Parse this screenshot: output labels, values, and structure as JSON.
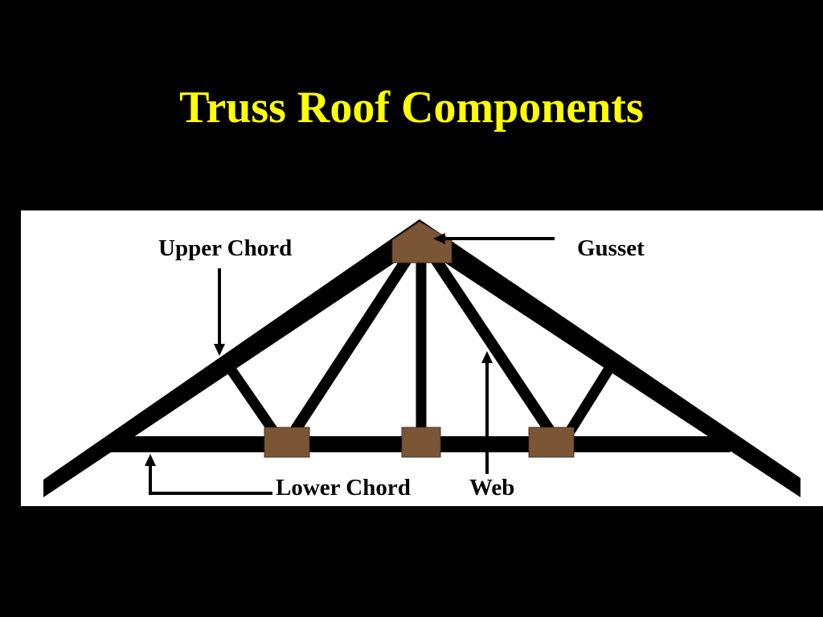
{
  "slide": {
    "title": "Truss Roof Components"
  },
  "labels": {
    "upper_chord": "Upper Chord",
    "gusset": "Gusset",
    "lower_chord": "Lower Chord",
    "web": "Web"
  },
  "colors": {
    "background": "#000000",
    "title": "#ffff00",
    "panel": "#ffffff",
    "member": "#000000",
    "gusset_fill": "#7a5637"
  }
}
